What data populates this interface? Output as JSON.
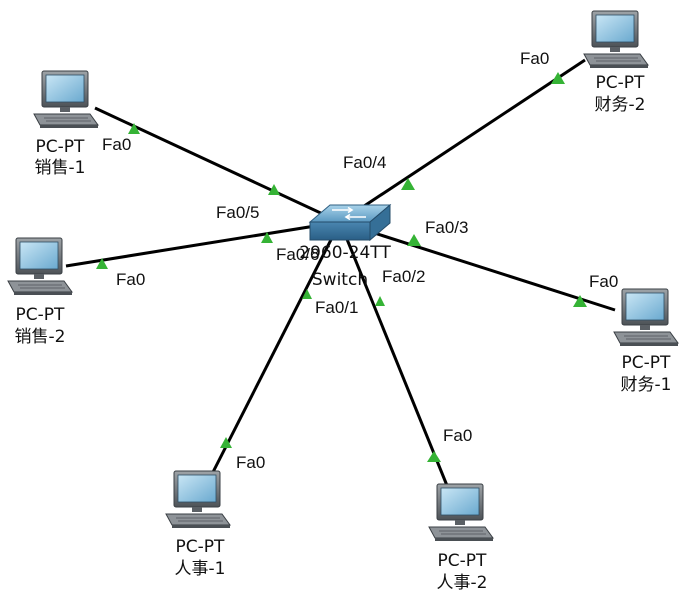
{
  "colors": {
    "link": "#000000",
    "port_up": "#35b335",
    "background": "#ffffff"
  },
  "switch": {
    "model_label": "2960-24TT",
    "name_label": "Switch",
    "icon": "switch-icon"
  },
  "nodes": [
    {
      "id": "pc-sales-1",
      "type_label": "PC-PT",
      "name_label": "销售-1",
      "icon": "pc-icon"
    },
    {
      "id": "pc-sales-2",
      "type_label": "PC-PT",
      "name_label": "销售-2",
      "icon": "pc-icon"
    },
    {
      "id": "pc-finance-2",
      "type_label": "PC-PT",
      "name_label": "财务-2",
      "icon": "pc-icon"
    },
    {
      "id": "pc-finance-1",
      "type_label": "PC-PT",
      "name_label": "财务-1",
      "icon": "pc-icon"
    },
    {
      "id": "pc-hr-1",
      "type_label": "PC-PT",
      "name_label": "人事-1",
      "icon": "pc-icon"
    },
    {
      "id": "pc-hr-2",
      "type_label": "PC-PT",
      "name_label": "人事-2",
      "icon": "pc-icon"
    }
  ],
  "links": [
    {
      "node": "pc-sales-1",
      "pc_port": "Fa0",
      "switch_port": "Fa0/5"
    },
    {
      "node": "pc-sales-2",
      "pc_port": "Fa0",
      "switch_port": "Fa0/6"
    },
    {
      "node": "pc-finance-2",
      "pc_port": "Fa0",
      "switch_port": "Fa0/4"
    },
    {
      "node": "pc-finance-1",
      "pc_port": "Fa0",
      "switch_port": "Fa0/3"
    },
    {
      "node": "pc-hr-1",
      "pc_port": "Fa0",
      "switch_port": "Fa0/1"
    },
    {
      "node": "pc-hr-2",
      "pc_port": "Fa0",
      "switch_port": "Fa0/2"
    }
  ]
}
